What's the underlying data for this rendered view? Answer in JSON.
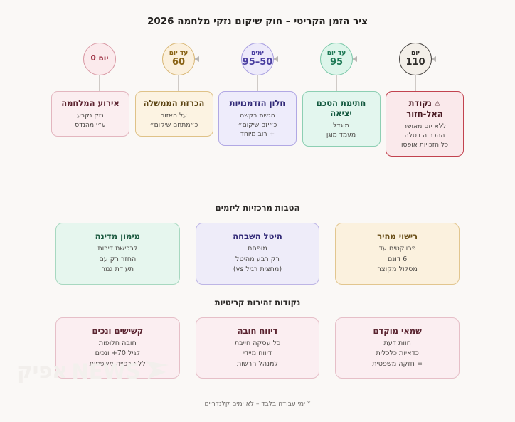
{
  "page": {
    "title": "ציר הזמן הקריטי – חוק שיקום נזקי מלחמה 2026",
    "background_color": "#faf8f6",
    "footnote": "* ימי עבודה בלבד – לא ימים קלנדריים"
  },
  "watermark": {
    "brand": "אפיק",
    "suffix": "NEWS",
    "logo_icon": "chevron-arrow-icon"
  },
  "timeline": {
    "nodes": [
      {
        "top_label": "יום",
        "value": "0",
        "single_line": "יום 0",
        "fill": "#fbeaec",
        "border": "#d99ba6",
        "text_color": "#9c2f41"
      },
      {
        "top_label": "עד יום",
        "value": "60",
        "single_line": "",
        "fill": "#fbf0dd",
        "border": "#d9b877",
        "text_color": "#8a6417"
      },
      {
        "top_label": "ימים",
        "value": "50–95",
        "single_line": "",
        "fill": "#edeafa",
        "border": "#a79ee0",
        "text_color": "#4a3fa0"
      },
      {
        "top_label": "עד יום",
        "value": "95",
        "single_line": "",
        "fill": "#ddf5ea",
        "border": "#7ec9ab",
        "text_color": "#1f7a56"
      },
      {
        "top_label": "יום",
        "value": "110",
        "single_line": "",
        "fill": "#f3efe9",
        "border": "#4a4745",
        "text_color": "#2e2c2a"
      }
    ],
    "cards": [
      {
        "heading": "אירוע המלחמה",
        "warning_icon": "",
        "body": [
          "נזק נקבע",
          "ע״י מהנדס"
        ],
        "fill": "#fbeef0",
        "border": "#e3b6bf",
        "heading_color": "#5c2430"
      },
      {
        "heading": "הכרזת הממשלה",
        "warning_icon": "",
        "body": [
          "על האזור",
          "כ״מתחם שיקום״"
        ],
        "fill": "#fcf3e2",
        "border": "#dfc288",
        "heading_color": "#5d4514"
      },
      {
        "heading": "חלון הזדמנויות",
        "warning_icon": "",
        "body": [
          "הגשת בקשה",
          "כ״יזם שיקום״",
          "+ רוב מיוחד"
        ],
        "fill": "#eeecfb",
        "border": "#b1a8e4",
        "heading_color": "#322a77"
      },
      {
        "heading": "חתימת הסכם יציאה",
        "warning_icon": "",
        "body": [
          "מוגדל",
          "מעמד מוגן"
        ],
        "fill": "#e3f6ee",
        "border": "#8dcfb3",
        "heading_color": "#13583e"
      },
      {
        "heading": "נקודת האל-חזור",
        "warning_icon": "⚠",
        "body": [
          "ללא יזם מאושר",
          "ההכרזה בטלה",
          "כל הזכויות אופסו"
        ],
        "fill": "#fae9eb",
        "border": "#c2434f",
        "heading_color": "#4a1a22"
      }
    ]
  },
  "benefits": {
    "heading": "הטבות מרכזיות ליזמים",
    "cards": [
      {
        "heading": "מימון מדינה",
        "body": [
          "לרכישת דירות",
          "החזר רק עם",
          "תעודת גמר"
        ],
        "fill": "#e6f6ee",
        "border": "#a7d8c0",
        "heading_color": "#1c5a40"
      },
      {
        "heading": "היטל השבחה",
        "body": [
          "מופחת",
          "רק רבע מהיטל",
          "(מחצית רגיל vs)"
        ],
        "fill": "#eeecf9",
        "border": "#bdb5e5",
        "heading_color": "#332b78"
      },
      {
        "heading": "רישוי מהיר",
        "body": [
          "פרויקטים עד",
          "6 דונם",
          "מסלול מקוצר"
        ],
        "fill": "#fbf1de",
        "border": "#e2c68f",
        "heading_color": "#6a4f18"
      }
    ]
  },
  "cautions": {
    "heading": "נקודות זהירות קריטיות",
    "cards": [
      {
        "heading": "קשישים ונכים",
        "body": [
          "חובה חלופות",
          "לגיל 70+ ונכים",
          "ללא כפייה משפטית"
        ],
        "fill": "#fbeef1",
        "border": "#e6bfc8",
        "heading_color": "#5a2430"
      },
      {
        "heading": "דיווח חובה",
        "body": [
          "כל עסקה חייבת",
          "דיווח מיידי",
          "למנהל הרשות"
        ],
        "fill": "#fbeef1",
        "border": "#e6bfc8",
        "heading_color": "#5a2430"
      },
      {
        "heading": "שמאי מוקדם",
        "body": [
          "חוות דעת",
          "כדאיות כלכלית",
          "= חזקה משפטית"
        ],
        "fill": "#fbeef1",
        "border": "#e6bfc8",
        "heading_color": "#5a2430"
      }
    ]
  }
}
